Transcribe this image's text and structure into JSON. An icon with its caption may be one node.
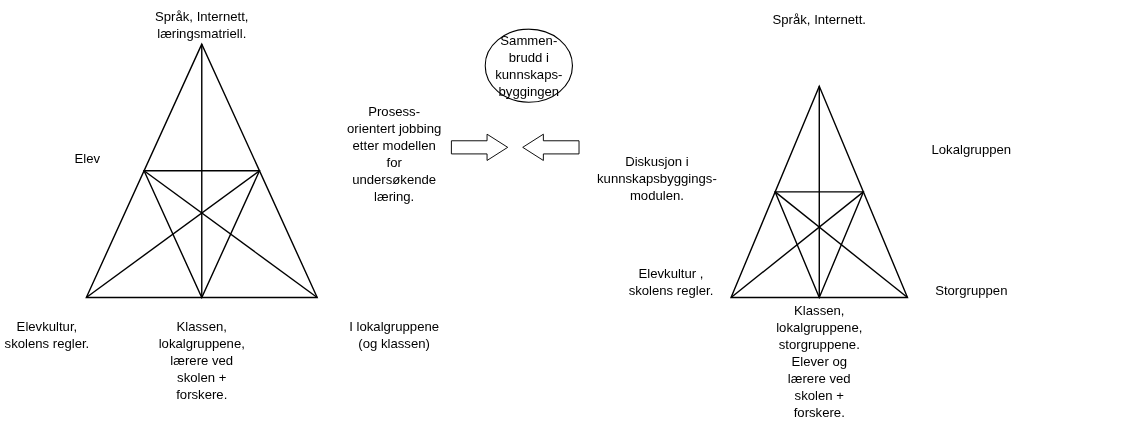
{
  "diagram": {
    "nodes": [
      {
        "text": [
          "Sammen-brudd i kunnskaps-byggingen"
        ]
      }
    ],
    "labels": [
      "Språk, Internett, læringsmatriell.",
      "Språk, Internett.",
      "Elev",
      "Prosess-orientert jobbing etter modellen for undersøkende læring.",
      "Diskusjon i kunnskapsbyggings-modulen.",
      "Lokalgruppen",
      "Elevkultur , skolens regler.",
      "Storgruppen",
      "Elevkultur, skolens regler.",
      "Klassen, lokalgruppene, lærere ved skolen + forskere.",
      "I lokalgruppene (og klassen)",
      "Klassen, lokalgruppene, storgruppene. Elever og lærere ved skolen + forskere."
    ]
  }
}
